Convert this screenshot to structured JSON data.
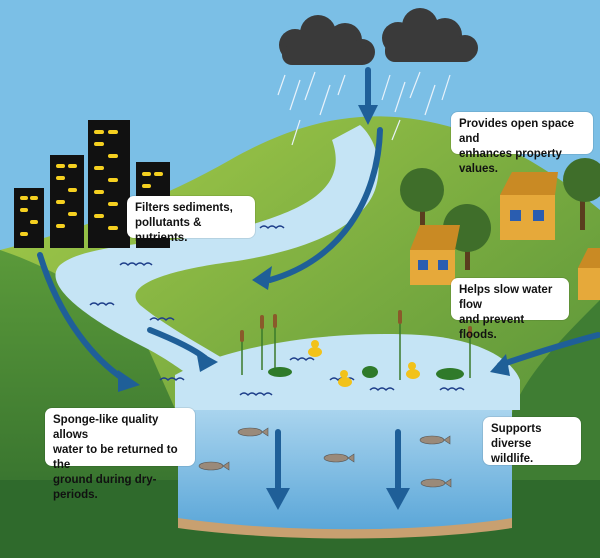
{
  "callouts": {
    "filters": "Filters sediments,\npollutants & nutrients.",
    "open_space": "Provides open space and\nenhances property values.",
    "slow_flow": "Helps slow water flow\nand prevent floods.",
    "sponge": "Sponge-like  quality allows\nwater to be returned to the\nground during dry-periods.",
    "wildlife": "Supports diverse\nwildlife."
  },
  "colors": {
    "sky": "#7bbfe6",
    "grass_light": "#8cbf3f",
    "grass_dark": "#3d7a32",
    "water": "#c5e4f5",
    "arrow": "#1f5f98",
    "soil": "#c8a070",
    "building": "#111111",
    "window": "#f5d020"
  }
}
